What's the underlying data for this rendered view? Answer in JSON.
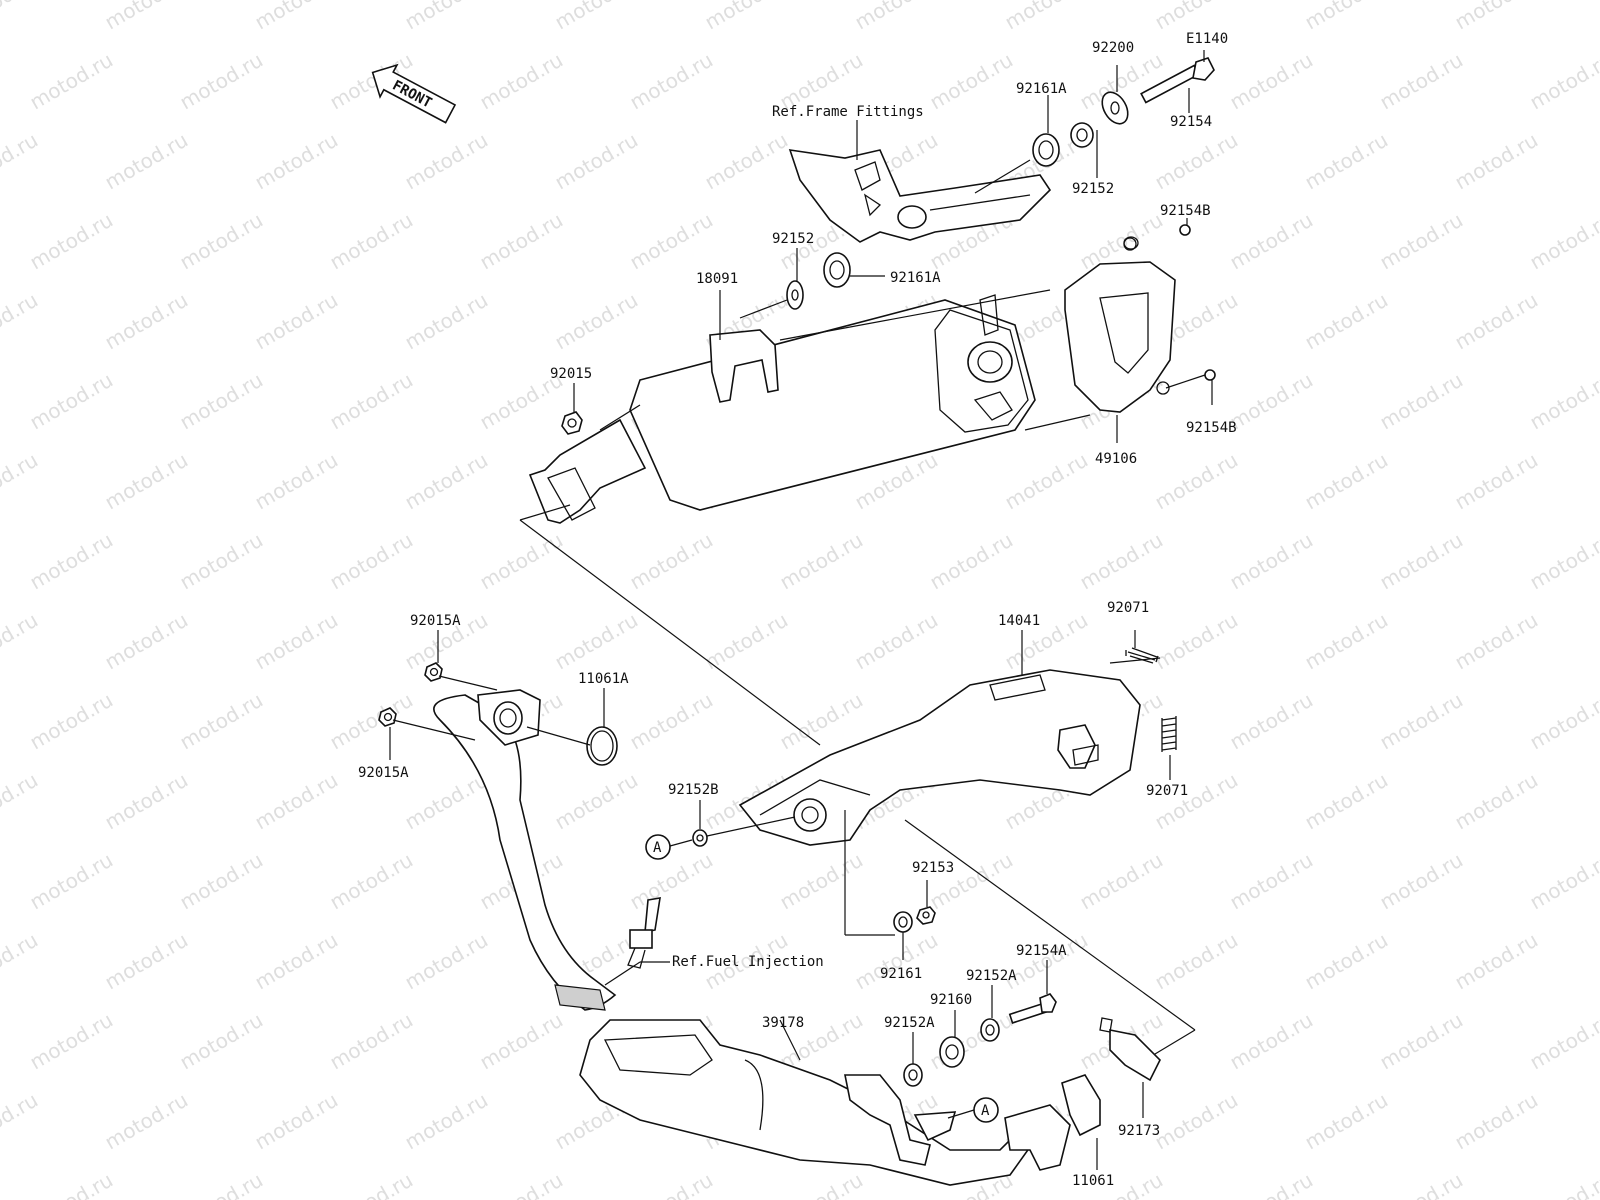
{
  "watermark": "motod.ru",
  "front_label": "FRONT",
  "references": {
    "frame_fittings": "Ref.Frame Fittings",
    "fuel_injection": "Ref.Fuel Injection"
  },
  "reference_marker": "A",
  "parts": {
    "e1140": "E1140",
    "p92200": "92200",
    "p92161a_top": "92161A",
    "p92154_top": "92154",
    "p92152_top": "92152",
    "p92154b_top": "92154B",
    "p92152_mid": "92152",
    "p92161a_mid": "92161A",
    "p18091": "18091",
    "p92015": "92015",
    "p92154b_bot": "92154B",
    "p49106": "49106",
    "p92015a_top": "92015A",
    "p11061a": "11061A",
    "p92015a_bot": "92015A",
    "p14041": "14041",
    "p92071_top": "92071",
    "p92071_bot": "92071",
    "p92152b": "92152B",
    "p92153": "92153",
    "p92161": "92161",
    "p92154a": "92154A",
    "p92152a_right": "92152A",
    "p92160": "92160",
    "p92152a_left": "92152A",
    "p39178": "39178",
    "p92173": "92173",
    "p11061": "11061"
  }
}
